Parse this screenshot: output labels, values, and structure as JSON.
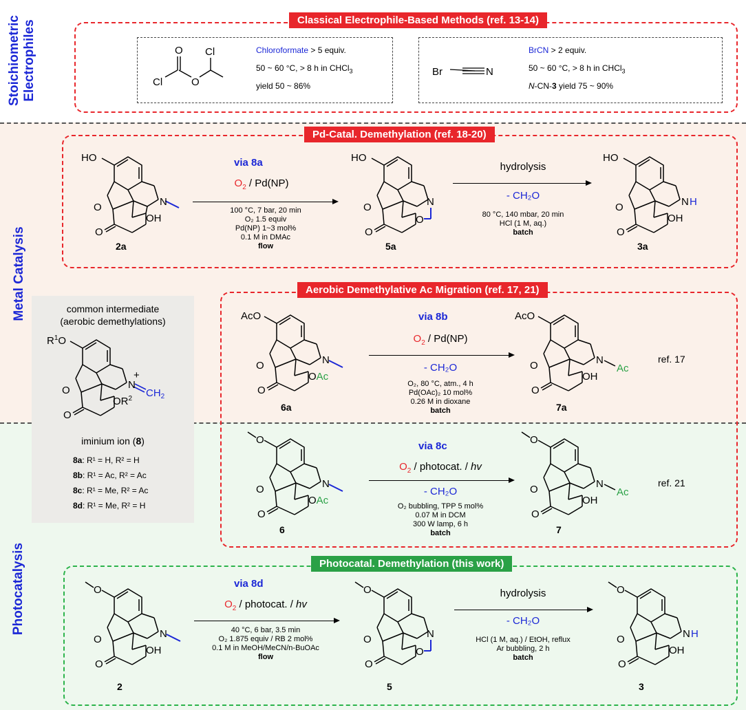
{
  "bands": {
    "stoich": {
      "label": "Stoichiometric\nElectrophiles",
      "color": "#ffffff"
    },
    "metal": {
      "label": "Metal Catalysis",
      "color": "#fbf1ea"
    },
    "photo": {
      "label": "Photocatalysis",
      "color": "#eef8ee"
    }
  },
  "classical": {
    "title": "Classical Electrophile-Based Methods (ref. 13-14)",
    "left": {
      "reagent_name": "Chloroformate",
      "equiv": " > 5 equiv.",
      "temp": "50 ~ 60 °C, > 8 h in CHCl",
      "yield": "yield 50 ~ 86%",
      "struct_labels": {
        "cl1": "Cl",
        "cl2": "Cl",
        "o1": "O",
        "o2": "O"
      }
    },
    "right": {
      "reagent_name": "BrCN",
      "equiv": " > 2 equiv.",
      "temp": "50 ~ 60 °C, > 8 h in CHCl",
      "yield_prefix": "N",
      "yield_mid": "-CN-",
      "yield_num": "3",
      "yield_rest": " yield 75 ~ 90%",
      "br": "Br",
      "n": "N"
    }
  },
  "pd": {
    "title": "Pd-Catal. Demethylation (ref. 18-20)",
    "via": "via 8a",
    "reagent": {
      "o2": "O",
      "rest": " / Pd(NP)"
    },
    "conditions": [
      "100 °C, 7 bar, 20 min",
      "O₂ 1.5 equiv",
      "Pd(NP) 1~3 mol%",
      "0.1 M in DMAc",
      "flow"
    ],
    "hydrolysis": "hydrolysis",
    "ch2o": "- CH₂O",
    "conditions2": [
      "80 °C, 140 mbar, 20 min",
      "HCl (1 M, aq.)",
      "batch"
    ],
    "compounds": [
      "2a",
      "5a",
      "3a"
    ]
  },
  "aerobic": {
    "title": "Aerobic Demethylative Ac Migration (ref. 17, 21)",
    "via1": "via 8b",
    "reagent1": {
      "o2": "O",
      "rest": " / Pd(NP)"
    },
    "ch2o": "- CH₂O",
    "conditions1": [
      "O₂, 80 °C, atm., 4 h",
      "Pd(OAc)₂ 10 mol%",
      "0.26 M in dioxane",
      "batch"
    ],
    "compounds1": [
      "6a",
      "7a"
    ],
    "ref1": "ref. 17",
    "via2": "via 8c",
    "reagent2": {
      "o2": "O",
      "rest": " / photocat. / ",
      "hv": "hv"
    },
    "conditions2": [
      "O₂ bubbling, TPP 5 mol%",
      "0.07 M in DCM",
      "300 W lamp, 6 h",
      "batch"
    ],
    "compounds2": [
      "6",
      "7"
    ],
    "ref2": "ref. 21"
  },
  "intermediate": {
    "heading1": "common intermediate",
    "heading2": "(aerobic demethylations)",
    "name": "iminium ion (",
    "name_num": "8",
    "name_close": ")",
    "variants": [
      {
        "id": "8a",
        "text": ": R¹ = H, R² = H"
      },
      {
        "id": "8b",
        "text": ": R¹ = Ac, R² = Ac"
      },
      {
        "id": "8c",
        "text": ": R¹ = Me, R² = Ac"
      },
      {
        "id": "8d",
        "text": ": R¹ = Me, R² = H"
      }
    ]
  },
  "photo": {
    "title": "Photocatal. Demethylation (this work)",
    "via": "via 8d",
    "reagent": {
      "o2": "O",
      "rest": " / photocat. / ",
      "hv": "hv"
    },
    "conditions": [
      "40 °C, 6 bar, 3.5 min",
      "O₂ 1.875 equiv / RB 2 mol%",
      "0.1 M in MeOH/MeCN/n-BuOAc",
      "flow"
    ],
    "hydrolysis": "hydrolysis",
    "ch2o": "- CH₂O",
    "conditions2": [
      "HCl (1 M, aq.) / EtOH, reflux",
      "Ar bubbling, 2 h",
      "batch"
    ],
    "compounds": [
      "2",
      "5",
      "3"
    ]
  },
  "colors": {
    "red": "#e8262b",
    "green": "#2aa146",
    "blue": "#1b27d6"
  }
}
